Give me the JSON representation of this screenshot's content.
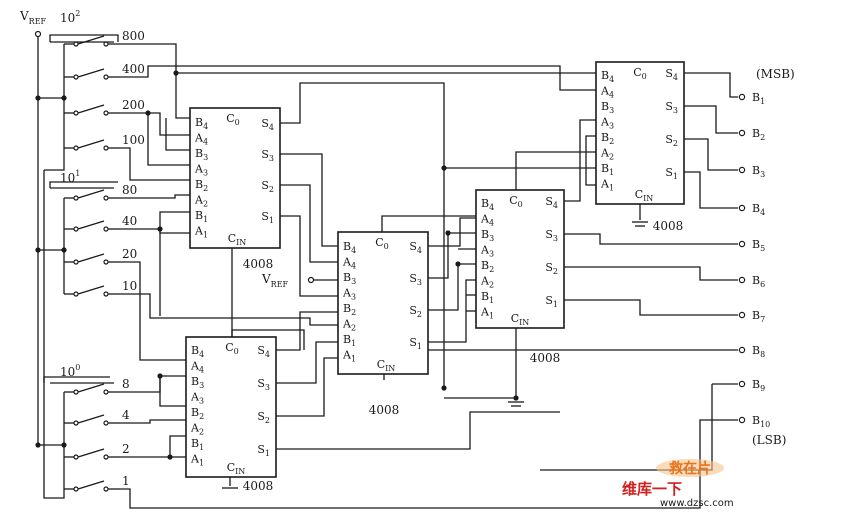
{
  "vref_label": "V",
  "vref_sub": "REF",
  "vref2_label": "V",
  "vref2_sub": "REF",
  "decades": [
    {
      "label": "10",
      "exp": "2",
      "weights": [
        "800",
        "400",
        "200",
        "100"
      ]
    },
    {
      "label": "10",
      "exp": "1",
      "weights": [
        "80",
        "40",
        "20",
        "10"
      ]
    },
    {
      "label": "10",
      "exp": "0",
      "weights": [
        "8",
        "4",
        "2",
        "1"
      ]
    }
  ],
  "chips": [
    {
      "name": "4008",
      "left": [
        "B4",
        "A4",
        "B3",
        "A3",
        "B2",
        "A2",
        "B1",
        "A1"
      ],
      "right": [
        "S4",
        "S3",
        "S2",
        "S1"
      ],
      "c0": "C0",
      "cin": "CIN"
    },
    {
      "name": "4008",
      "left": [
        "B4",
        "A4",
        "B3",
        "A3",
        "B2",
        "A2",
        "B1",
        "A1"
      ],
      "right": [
        "S4",
        "S3",
        "S2",
        "S1"
      ],
      "c0": "C0",
      "cin": "CIN"
    },
    {
      "name": "4008",
      "left": [
        "B4",
        "A4",
        "B3",
        "A3",
        "B2",
        "A2",
        "B1",
        "A1"
      ],
      "right": [
        "S4",
        "S3",
        "S2",
        "S1"
      ],
      "c0": "C0",
      "cin": "CIN"
    },
    {
      "name": "4008",
      "left": [
        "B4",
        "A4",
        "B3",
        "A3",
        "B2",
        "A2",
        "B1",
        "A1"
      ],
      "right": [
        "S4",
        "S3",
        "S2",
        "S1"
      ],
      "c0": "C0",
      "cin": "CIN"
    },
    {
      "name": "4008",
      "left": [
        "B4",
        "A4",
        "B3",
        "A3",
        "B2",
        "A2",
        "B1",
        "A1"
      ],
      "right": [
        "S4",
        "S3",
        "S2",
        "S1"
      ],
      "c0": "C0",
      "cin": "CIN"
    }
  ],
  "outputs": [
    "B1",
    "B2",
    "B3",
    "B4",
    "B5",
    "B6",
    "B7",
    "B8",
    "B9",
    "B10"
  ],
  "msb_label": "(MSB)",
  "lsb_label": "(LSB)",
  "watermark": {
    "line1": "救在片",
    "line2": "维库一下",
    "url": "www.dzsc.com"
  }
}
